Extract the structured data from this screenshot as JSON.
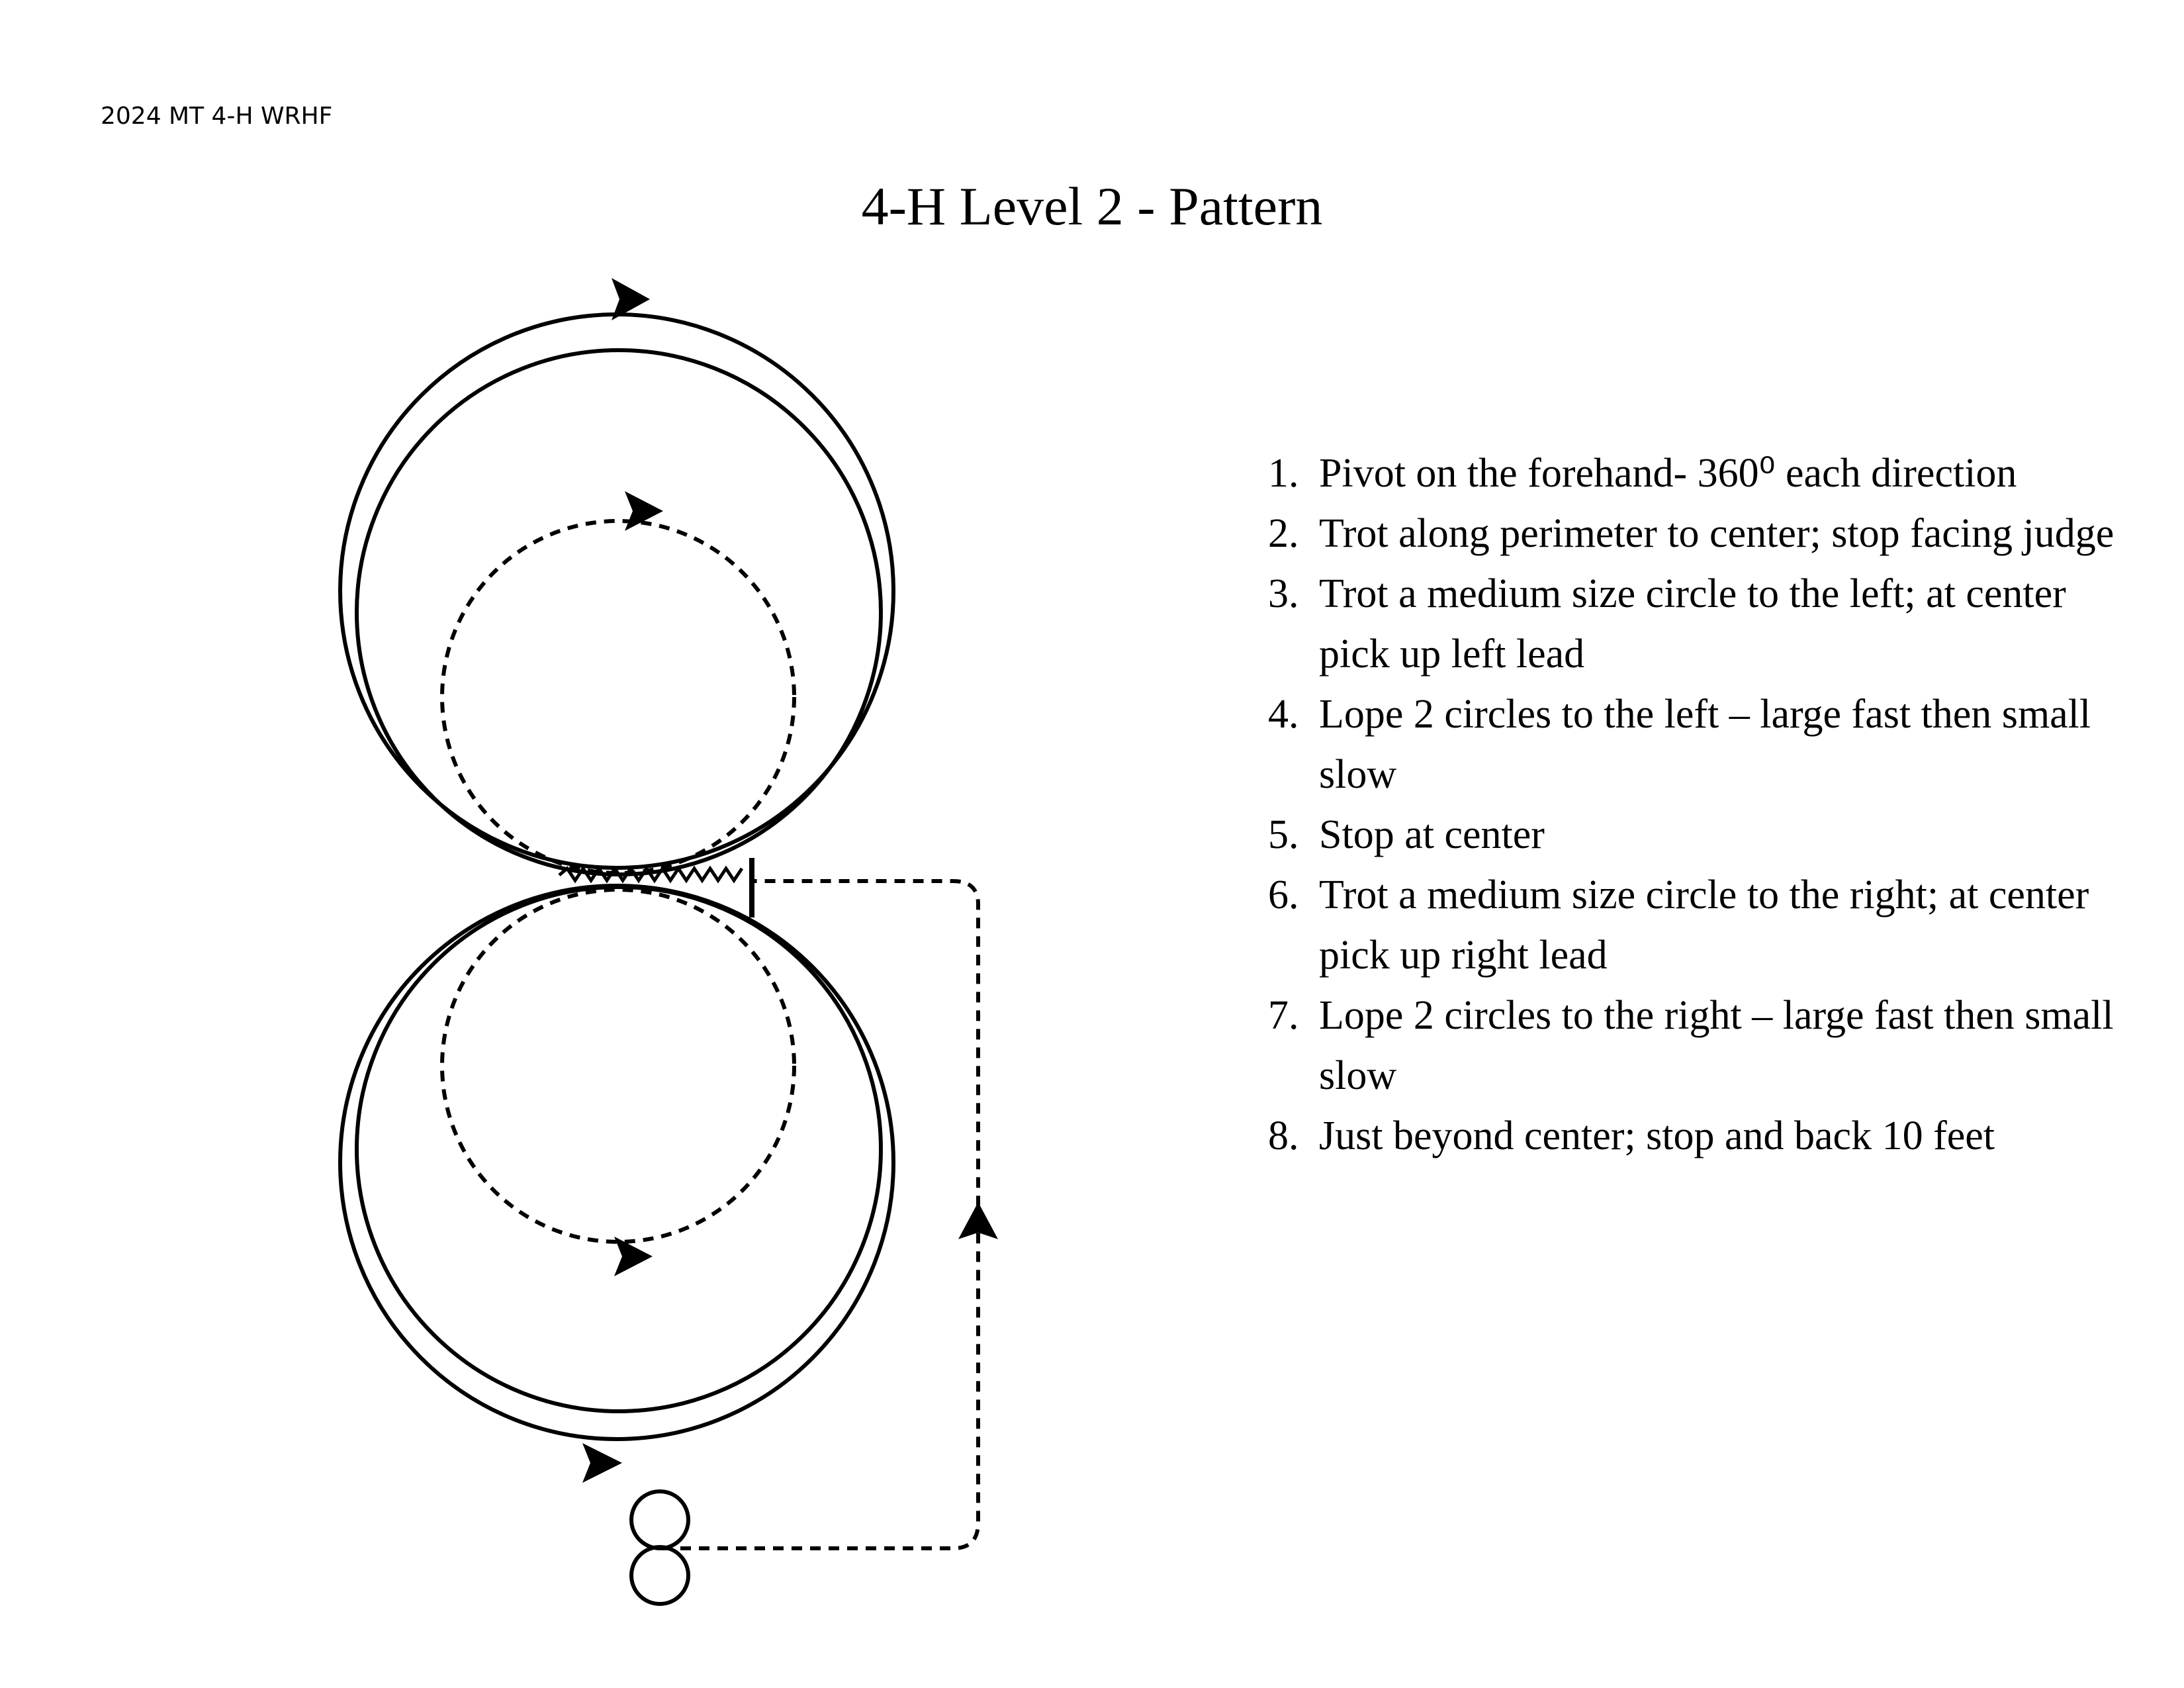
{
  "header": {
    "note": "2024 MT 4-H WRHF"
  },
  "title": "4-H Level 2 - Pattern",
  "diagram": {
    "elements": [
      "outer-top-circle",
      "inner-top-circle",
      "dashed-top-circle",
      "outer-bottom-circle",
      "inner-bottom-circle",
      "dashed-bottom-circle",
      "return-path-dashed",
      "pivot-figure-eight",
      "stop-marker",
      "back-up-zigzag"
    ]
  },
  "steps": [
    {
      "num": "1.",
      "text": "Pivot on the forehand- 360⁰ each direction"
    },
    {
      "num": "2.",
      "text": "Trot along perimeter to center; stop facing judge"
    },
    {
      "num": "3.",
      "text": "Trot a medium size circle to the left; at center pick up left lead"
    },
    {
      "num": "4.",
      "text": "Lope 2 circles to the left – large fast then small slow"
    },
    {
      "num": "5.",
      "text": "Stop at center"
    },
    {
      "num": "6.",
      "text": "Trot a medium size circle to the right; at center pick up right lead"
    },
    {
      "num": "7.",
      "text": "Lope 2 circles to the right – large fast then small slow"
    },
    {
      "num": "8.",
      "text": "Just beyond center; stop and back 10 feet"
    }
  ]
}
